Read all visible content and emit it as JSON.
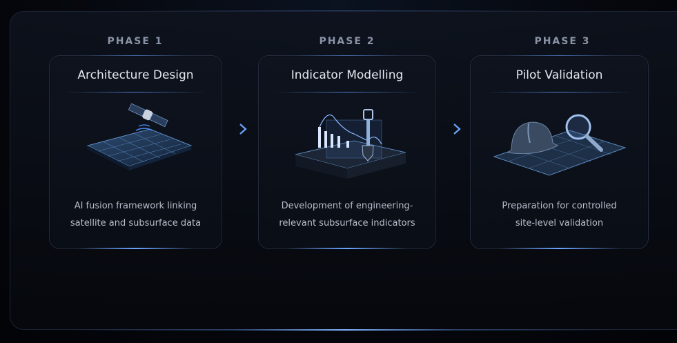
{
  "phases": [
    {
      "label": "PHASE 1",
      "title": "Architecture Design",
      "icon": "satellite-grid-icon",
      "description_line1": "AI fusion framework linking",
      "description_line2": "satellite and subsurface data"
    },
    {
      "label": "PHASE 2",
      "title": "Indicator Modelling",
      "icon": "chart-shovel-icon",
      "description_line1": "Development of engineering-",
      "description_line2": "relevant subsurface indicators"
    },
    {
      "label": "PHASE 3",
      "title": "Pilot Validation",
      "icon": "hardhat-magnifier-icon",
      "description_line1": "Preparation for controlled",
      "description_line2": "site-level validation"
    }
  ],
  "connectors": [
    "arrow-right",
    "arrow-right"
  ],
  "colors": {
    "background": "#05070c",
    "accent": "#6aa6ff",
    "label": "#8a93a6",
    "title": "#e4e7ee",
    "text": "#b9becb"
  }
}
